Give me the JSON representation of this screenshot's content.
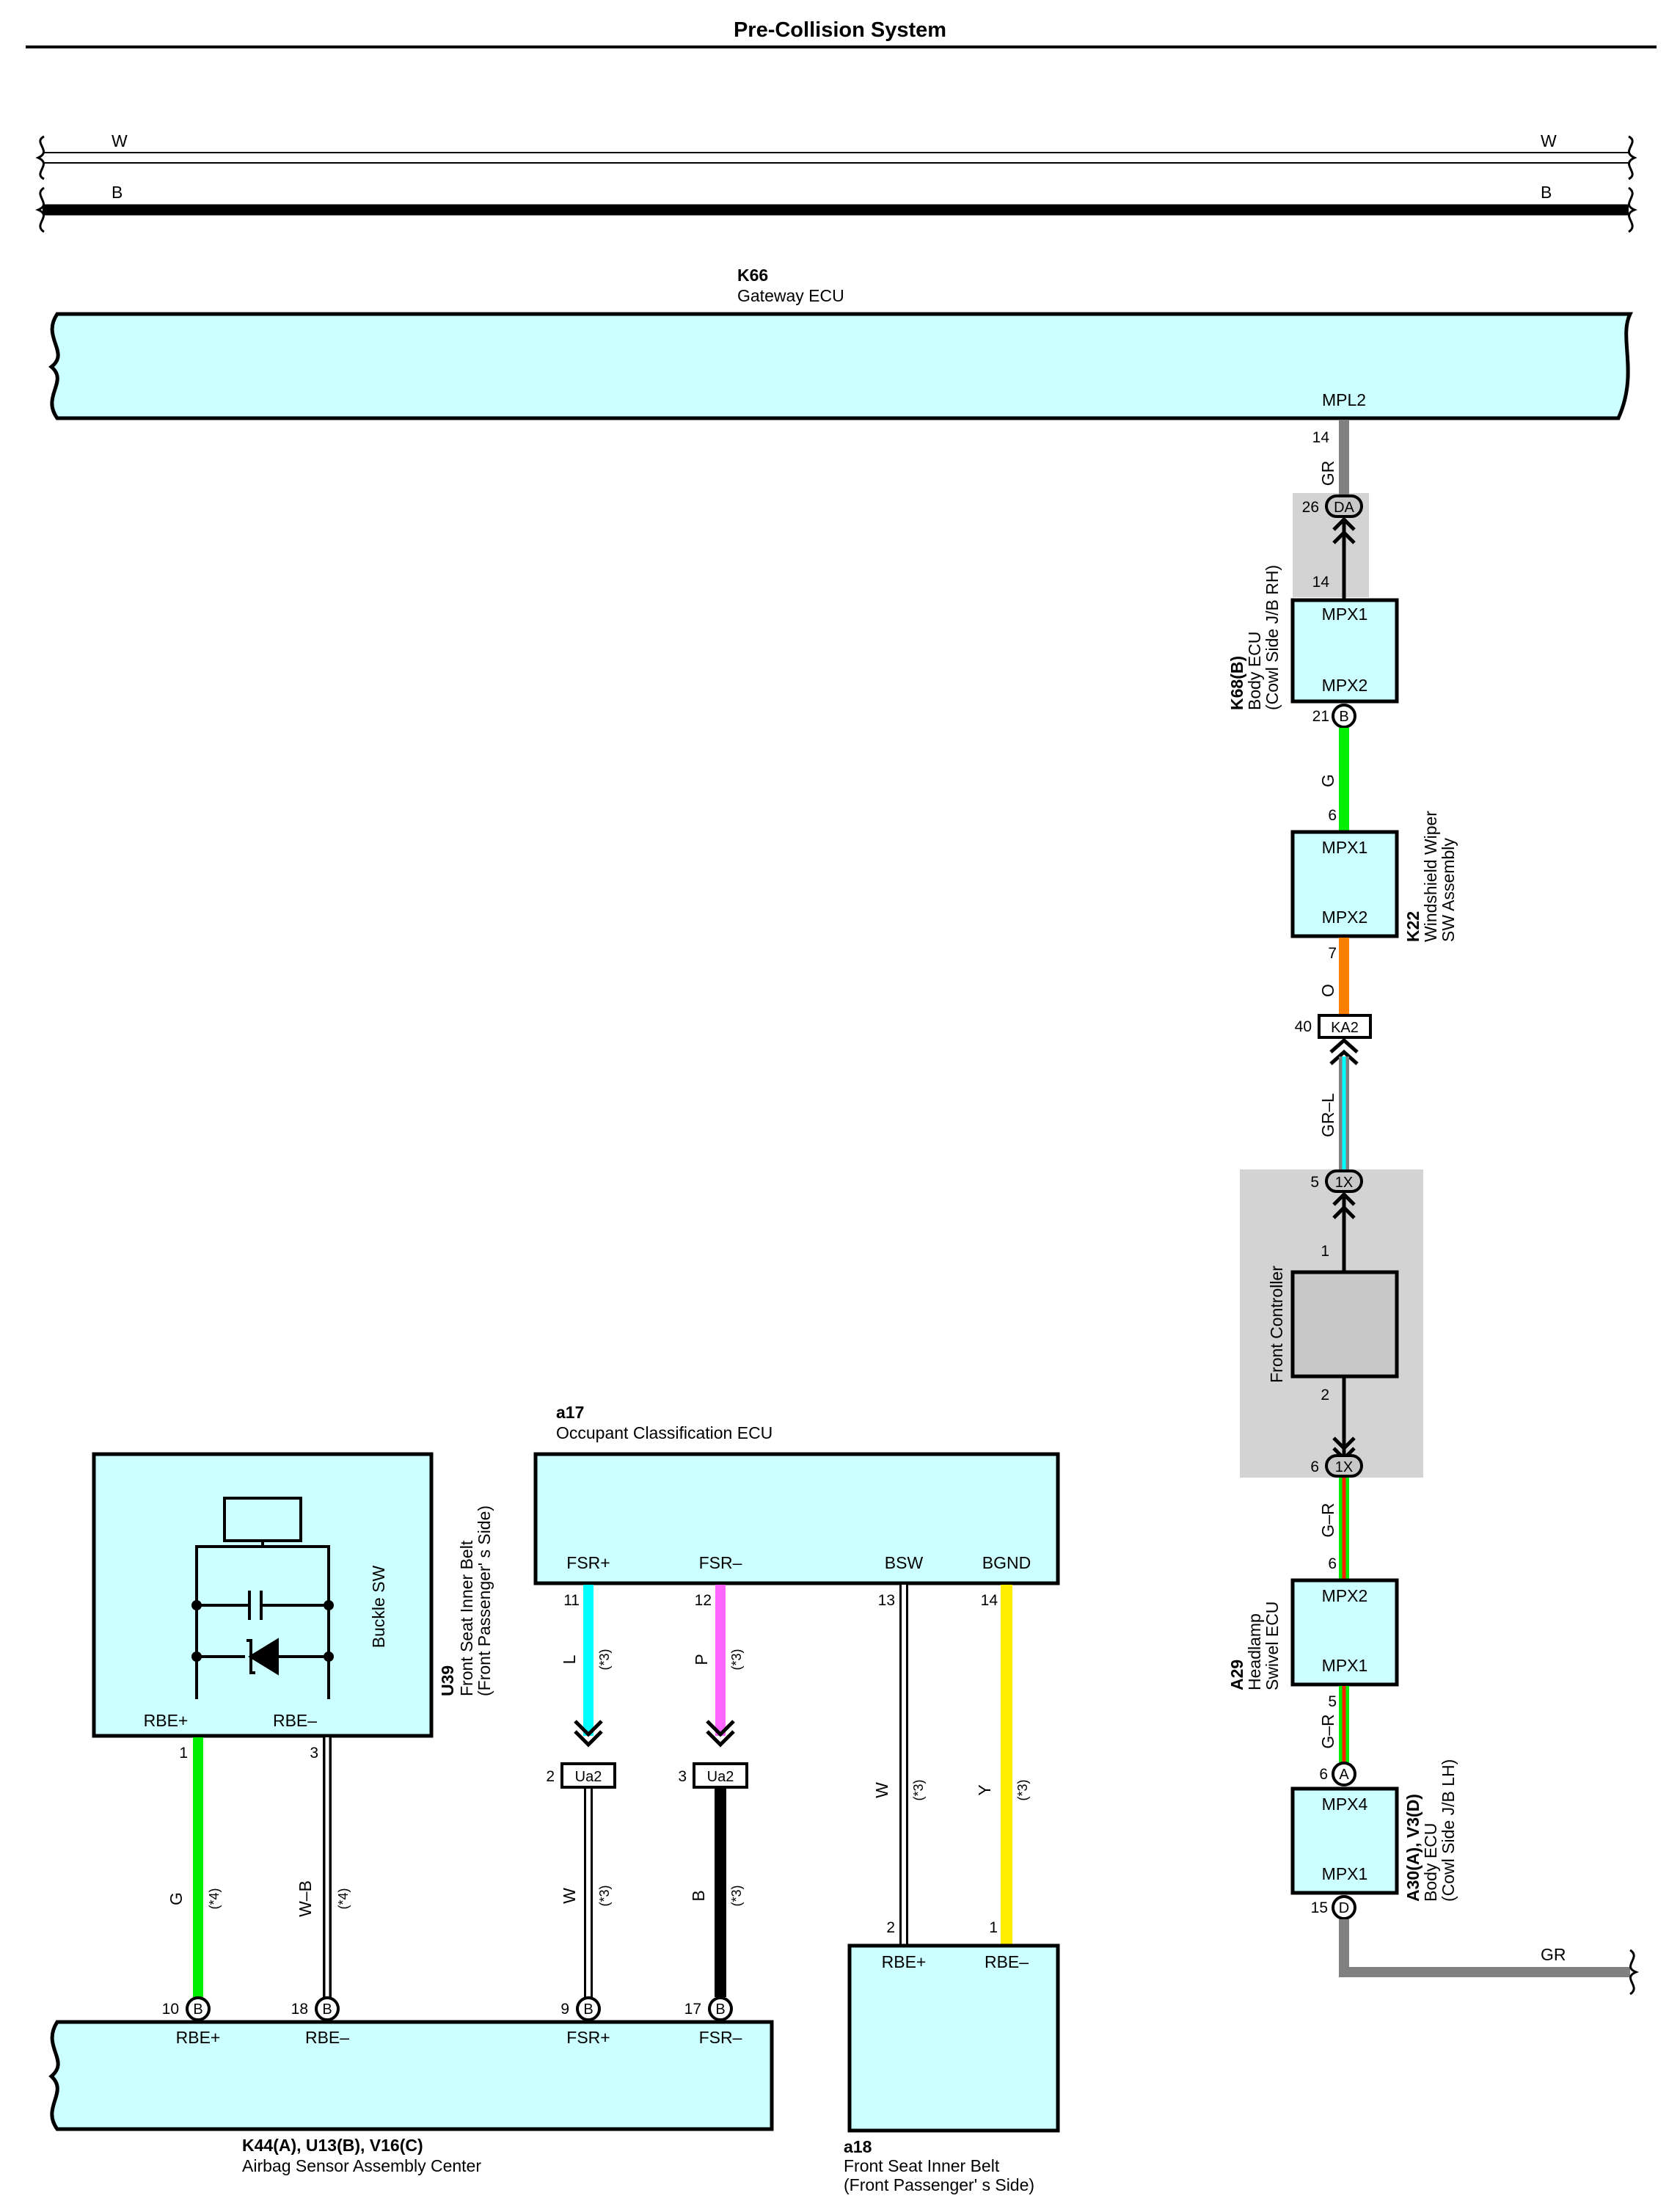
{
  "title": "Pre-Collision System",
  "buses": [
    {
      "label_left": "W",
      "label_right": "W"
    },
    {
      "label_left": "B",
      "label_right": "B"
    }
  ],
  "components": {
    "gateway": {
      "code": "K66",
      "name": "Gateway ECU",
      "pin": "MPL2"
    },
    "body_ecu_b": {
      "code": "K68(B)",
      "name": "Body ECU",
      "sub": "(Cowl Side J/B RH)",
      "pins": [
        "MPX1",
        "MPX2"
      ]
    },
    "wiper_sw": {
      "code": "K22",
      "name": "Windshield Wiper",
      "sub": "SW Assembly",
      "pins": [
        "MPX1",
        "MPX2"
      ]
    },
    "front_controller": {
      "name": "Front Controller"
    },
    "headlamp_ecu": {
      "code": "A29",
      "name": "Headlamp",
      "sub": "Swivel ECU",
      "pins": [
        "MPX2",
        "MPX1"
      ]
    },
    "body_ecu_lh": {
      "code": "A30(A), V3(D)",
      "name": "Body ECU",
      "sub": "(Cowl Side J/B LH)",
      "pins": [
        "MPX4",
        "MPX1"
      ]
    },
    "buckle_sw": {
      "code": "U39",
      "name": "Front Seat Inner Belt",
      "sub": "(Front Passenger' s Side)",
      "label": "Buckle SW",
      "pins": [
        "RBE+",
        "RBE–"
      ]
    },
    "occupant_ecu": {
      "code": "a17",
      "name": "Occupant Classification ECU",
      "pins": [
        "FSR+",
        "FSR–",
        "BSW",
        "BGND"
      ]
    },
    "inner_belt": {
      "code": "a18",
      "name": "Front Seat Inner Belt",
      "sub": "(Front Passenger' s Side)",
      "pins": [
        "RBE+",
        "RBE–"
      ]
    },
    "airbag": {
      "code": "K44(A), U13(B), V16(C)",
      "name": "Airbag Sensor Assembly Center",
      "pins": [
        "RBE+",
        "RBE–",
        "FSR+",
        "FSR–"
      ]
    }
  },
  "pins": {
    "gw_mpl2": "14",
    "da_pin": "26",
    "da_conn": "DA",
    "bodyb_mpx1": "14",
    "bodyb_mpx2": "21",
    "bodyb_conn": "B",
    "wiper_mpx1": "6",
    "wiper_mpx2": "7",
    "ka2_pin": "40",
    "ka2_conn": "KA2",
    "x1_top_pin": "5",
    "x1_conn": "1X",
    "fc_pin1": "1",
    "fc_pin2": "2",
    "x1_bot_pin": "6",
    "hl_mpx2": "6",
    "hl_mpx1": "5",
    "lh_mpx4": "6",
    "lh_mpx4_conn": "A",
    "lh_mpx1": "15",
    "lh_mpx1_conn": "D",
    "buckle_rbe_plus": "1",
    "buckle_rbe_minus": "3",
    "occ_fsr_plus": "11",
    "occ_fsr_minus": "12",
    "occ_bsw": "13",
    "occ_bgnd": "14",
    "ua2_left_pin": "2",
    "ua2_right_pin": "3",
    "ua2_conn": "Ua2",
    "belt_rbe_plus": "2",
    "belt_rbe_minus": "1",
    "ab_rbe_plus": "10",
    "ab_rbe_minus": "18",
    "ab_fsr_plus": "9",
    "ab_fsr_minus": "17",
    "ab_conn": "B"
  },
  "wires": {
    "gr": "GR",
    "g": "G",
    "o": "O",
    "gr_l": "GR–L",
    "g_r": "G–R",
    "l": "L",
    "p": "P",
    "w": "W",
    "y": "Y",
    "b": "B",
    "w_b": "W–B",
    "note3": "(*3)",
    "note4": "(*4)"
  },
  "colors": {
    "fill": "#ccffff",
    "gray": "#808080",
    "green": "#00ee00",
    "orange": "#ff8000",
    "cyan": "#00ffff",
    "magenta": "#ff66ff",
    "yellow": "#ffee00",
    "red": "#ff2200",
    "shade": "#d3d3d3"
  }
}
